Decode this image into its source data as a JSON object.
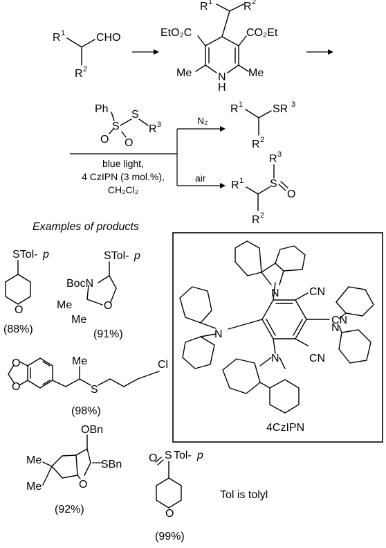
{
  "labels": {
    "aldehyde_r1": "R",
    "aldehyde_r1_sup": "1",
    "aldehyde_r2": "R",
    "aldehyde_r2_sup": "2",
    "aldehyde_cho": "CHO",
    "dhp_r1": "R",
    "dhp_r1_sup": "1",
    "dhp_r2": "R",
    "dhp_r2_sup": "2",
    "dhp_ester_left": "EtO₂C",
    "dhp_ester_right": "CO₂Et",
    "dhp_me_left": "Me",
    "dhp_me_right": "Me",
    "dhp_n": "N",
    "dhp_h": "H",
    "reagent_ph": "Ph",
    "reagent_s1": "S",
    "reagent_s2": "S",
    "reagent_o1": "O",
    "reagent_o2": "O",
    "reagent_r3": "R",
    "reagent_r3_sup": "3",
    "cond_n2": "N₂",
    "cond_air": "air",
    "cond_line1": "blue light,",
    "cond_line2": "4 CzIPN (3 mol.%),",
    "cond_line3": "CH₂Cl₂",
    "prod1_r1": "R",
    "prod1_r1_sup": "1",
    "prod1_sr3": "SR",
    "prod1_sr3_sup": "3",
    "prod1_r2": "R",
    "prod1_r2_sup": "2",
    "prod2_r1": "R",
    "prod2_r1_sup": "1",
    "prod2_r2": "R",
    "prod2_r2_sup": "2",
    "prod2_r3": "R",
    "prod2_r3_sup": "3",
    "prod2_s": "S",
    "prod2_o": "O",
    "examples_title": "Examples of products",
    "ex1_stol": "STol-",
    "ex1_p": "p",
    "ex1_o": "O",
    "ex1_yield": "(88%)",
    "ex2_stol": "STol-",
    "ex2_p": "p",
    "ex2_boc": "BocN",
    "ex2_me1": "Me",
    "ex2_me2": "Me",
    "ex2_o": "O",
    "ex2_yield": "(91%)",
    "ex3_me": "Me",
    "ex3_s": "S",
    "ex3_cl": "Cl",
    "ex3_o1": "O",
    "ex3_o2": "O",
    "ex3_yield": "(98%)",
    "ex4_obn": "OBn",
    "ex4_sbn": "SBn",
    "ex4_me1": "Me",
    "ex4_me2": "Me",
    "ex4_o": "O",
    "ex4_yield": "(92%)",
    "ex5_o": "O",
    "ex5_s": "S",
    "ex5_tol": "Tol-",
    "ex5_p": "p",
    "ex5_ring_o": "O",
    "ex5_yield": "(99%)",
    "tol_note": "Tol is tolyl",
    "czipn_label": "4CzIPN",
    "cn1": "CN",
    "cn2": "CN",
    "cn3": "CN",
    "n1": "N",
    "n2": "N",
    "n3": "N",
    "n4": "N"
  }
}
